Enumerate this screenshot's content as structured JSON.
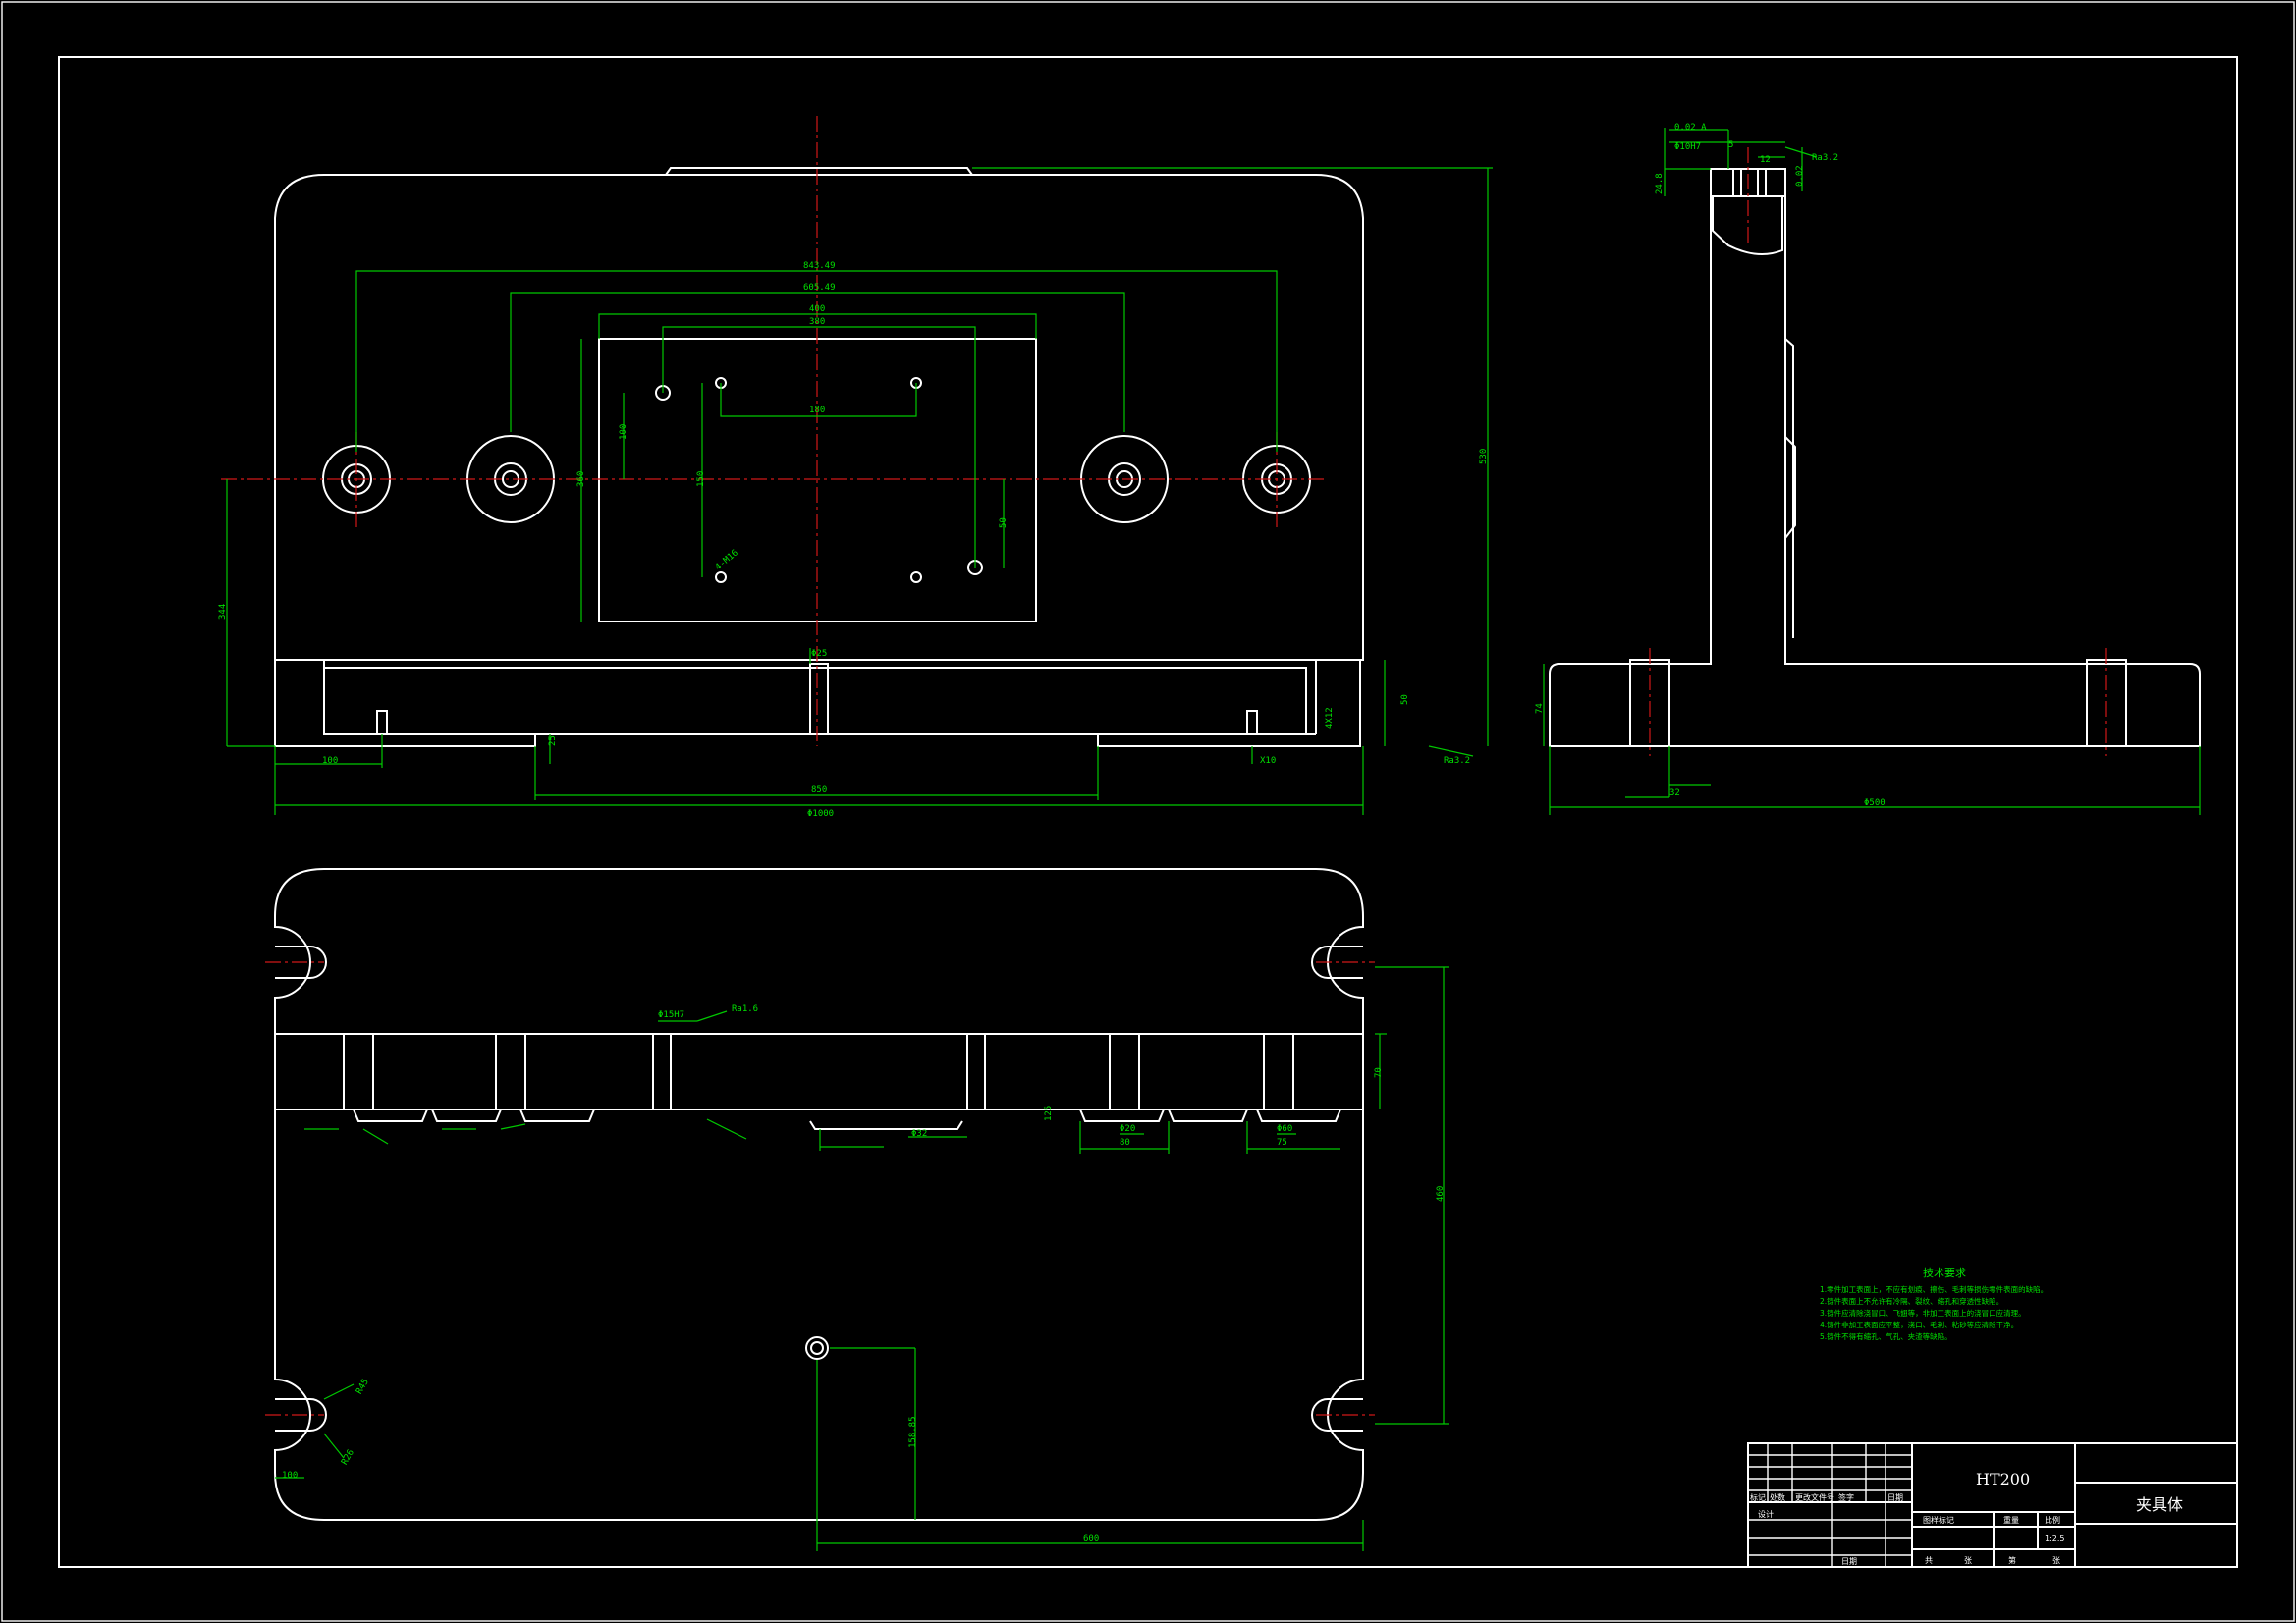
{
  "drawing": {
    "material": "HT200",
    "part_name": "夹具体",
    "scale": "1:2.5"
  },
  "front_view": {
    "dims": {
      "d1": "Φ1000",
      "d2": "850",
      "d3": "100",
      "d4": "344",
      "d5": "530",
      "d6": "843.49",
      "d7": "605.49",
      "d8": "400",
      "d9": "380",
      "d10": "180",
      "d11": "360",
      "d12": "100",
      "d13": "50",
      "d14": "150",
      "d15": "4-M16",
      "d16": "Φ25",
      "d17": "4X12",
      "d18": "X10",
      "d19": "50",
      "d20": "25",
      "d21": "Ra3.2"
    }
  },
  "side_view": {
    "dims": {
      "s1": "Φ500",
      "s2": "74",
      "s3": "24.8",
      "s4": "Φ10H7",
      "s5": "Ra3.2",
      "s6": "12",
      "s7": "5",
      "s8": "0.02",
      "s9": "32",
      "s10": "0.02 A"
    }
  },
  "top_view": {
    "dims": {
      "t1": "600",
      "t2": "460",
      "t3": "158.85",
      "t4": "80",
      "t5": "75",
      "t6": "125",
      "t7": "Φ20",
      "t8": "Φ60",
      "t9": "Φ32",
      "t10": "R45",
      "t11": "R26",
      "t12": "70",
      "t13": "Φ15H7",
      "t14": "Ra1.6",
      "t15": "100"
    }
  },
  "tech_req": {
    "title": "技术要求",
    "lines": [
      "1.零件加工表面上，不应有划痕、擦伤、毛刺等损伤零件表面的缺陷。",
      "2.铸件表面上不允许有冷隔、裂纹、缩孔和穿透性缺陷。",
      "3.铸件应清除浇冒口、飞翅等，非加工表面上的浇冒口应清理。",
      "4.铸件非加工表面应平整，浇口、毛刺、粘砂等应清除干净。",
      "5.铸件不得有缩孔、气孔、夹渣等缺陷。"
    ]
  },
  "title_block": {
    "row_labels": [
      "标记",
      "处数",
      "更改文件号",
      "签字",
      "日期"
    ],
    "sub_labels": [
      "图样标记",
      "重量",
      "比例"
    ],
    "design": "设计",
    "date": "日期",
    "bottom_labels": [
      "共",
      "张",
      "第",
      "张"
    ]
  },
  "colors": {
    "outline": "#ffffff",
    "dimension": "#00c800",
    "centerline": "#d01818",
    "background": "#000000"
  }
}
